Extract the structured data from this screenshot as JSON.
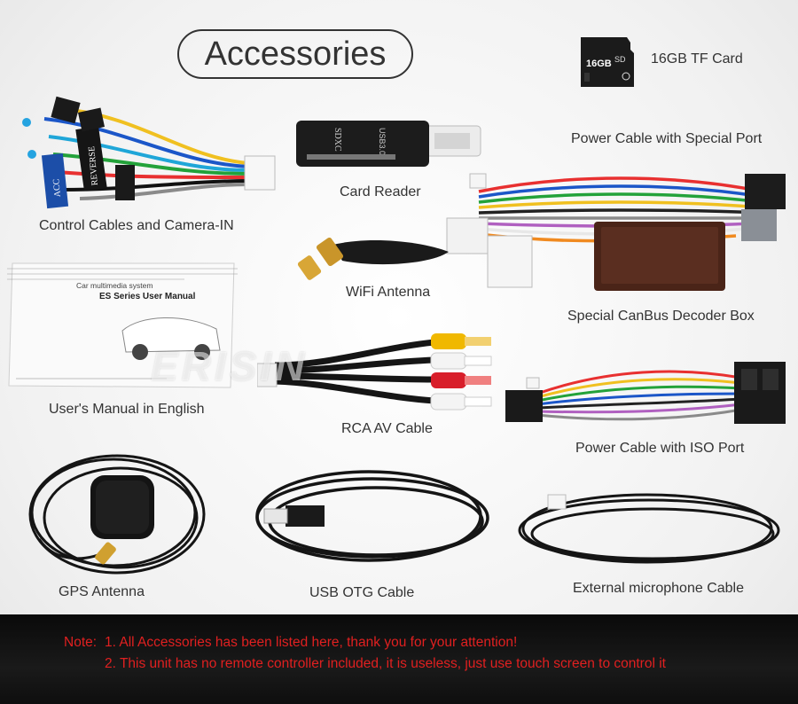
{
  "header": {
    "title": "Accessories"
  },
  "items": {
    "tf_card": "16GB TF Card",
    "tf_card_size": "16GB",
    "control_cables": "Control Cables and Camera-IN",
    "card_reader": "Card Reader",
    "power_special": "Power Cable with Special Port",
    "wifi": "WiFi Antenna",
    "canbus": "Special CanBus Decoder Box",
    "manual": "User's Manual in English",
    "rca": "RCA AV Cable",
    "power_iso": "Power Cable with ISO Port",
    "gps": "GPS Antenna",
    "usb_otg": "USB OTG Cable",
    "mic": "External microphone Cable"
  },
  "manual_cover": {
    "line1": "Car multimedia system",
    "line2": "ES Series User Manual"
  },
  "reader_text": {
    "sdxc": "SDXC",
    "usb": "USB3.0"
  },
  "cable_tags": {
    "reverse": "REVERSE",
    "acc": "ACC"
  },
  "watermark": "ERISIN",
  "notes": {
    "prefix": "Note:",
    "line1": "1. All Accessories has been listed here, thank you for your attention!",
    "line2": "2. This unit has no remote controller included, it is useless, just use touch screen to control it"
  },
  "colors": {
    "note_red": "#e02020",
    "footer_bg": "#111111"
  }
}
